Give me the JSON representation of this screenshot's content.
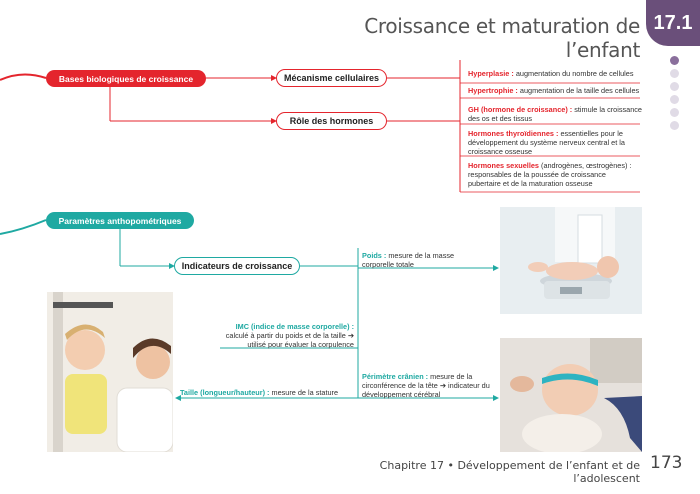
{
  "header": {
    "title": "Croissance et maturation de l’enfant",
    "chapter_number": "17.1"
  },
  "colors": {
    "red": "#e4252d",
    "teal": "#1fa9a2",
    "purple": "#6a4f7a"
  },
  "section1": {
    "root": "Bases biologiques de croissance",
    "branch1": "Mécanisme cellulaires",
    "branch2": "Rôle des hormones",
    "notes": [
      {
        "term": "Hyperplasie :",
        "text": " augmentation du nombre de cellules"
      },
      {
        "term": "Hypertrophie :",
        "text": " augmentation de la taille des cellules"
      },
      {
        "term": "GH (hormone de croissance) :",
        "text": " stimule la croissance des os et des tissus"
      },
      {
        "term": "Hormones thyroïdiennes :",
        "text": " essentielles pour le développement du système nerveux central et la croissance osseuse"
      },
      {
        "term": "Hormones sexuelles",
        "text": " (androgènes, œstrogènes) : responsables de la poussée de croissance pubertaire et de la maturation osseuse"
      }
    ]
  },
  "section2": {
    "root": "Paramètres anthopométriques",
    "branch": "Indicateurs de croissance",
    "notes": {
      "poids": {
        "term": "Poids :",
        "text": " mesure de la masse corporelle totale"
      },
      "imc": {
        "term": "IMC (indice de masse corporelle) :",
        "text": " calculé à partir du poids et de la taille ➔ utilisé pour évaluer la corpulence"
      },
      "perimetre": {
        "term": "Périmètre crânien :",
        "text": " mesure de la circonférence de la tête ➔ indicateur du développement cérébral"
      },
      "taille": {
        "term": "Taille (longueur/hauteur) :",
        "text": " mesure de la stature"
      }
    }
  },
  "footer": {
    "text": "Chapitre 17 • Développement de l’enfant et de l’adolescent",
    "page_number": "173"
  }
}
